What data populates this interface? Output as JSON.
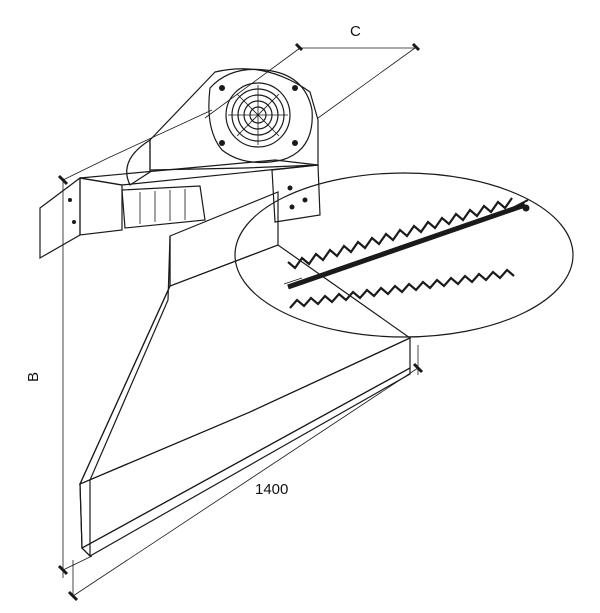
{
  "labels": {
    "dim_c": "C",
    "dim_b": "B",
    "dim_length": "1400"
  },
  "colors": {
    "background": "#ffffff",
    "line": "#1a1a1a",
    "body_light": "#dcdcdc",
    "body_mid": "#c4c4c4",
    "body_dark": "#a9a9a9",
    "slot": "#5a5a5a",
    "detail_fill": "#e3e3e3"
  },
  "icons": {
    "fan": "fan-icon",
    "heater": "heating-element-icon"
  }
}
